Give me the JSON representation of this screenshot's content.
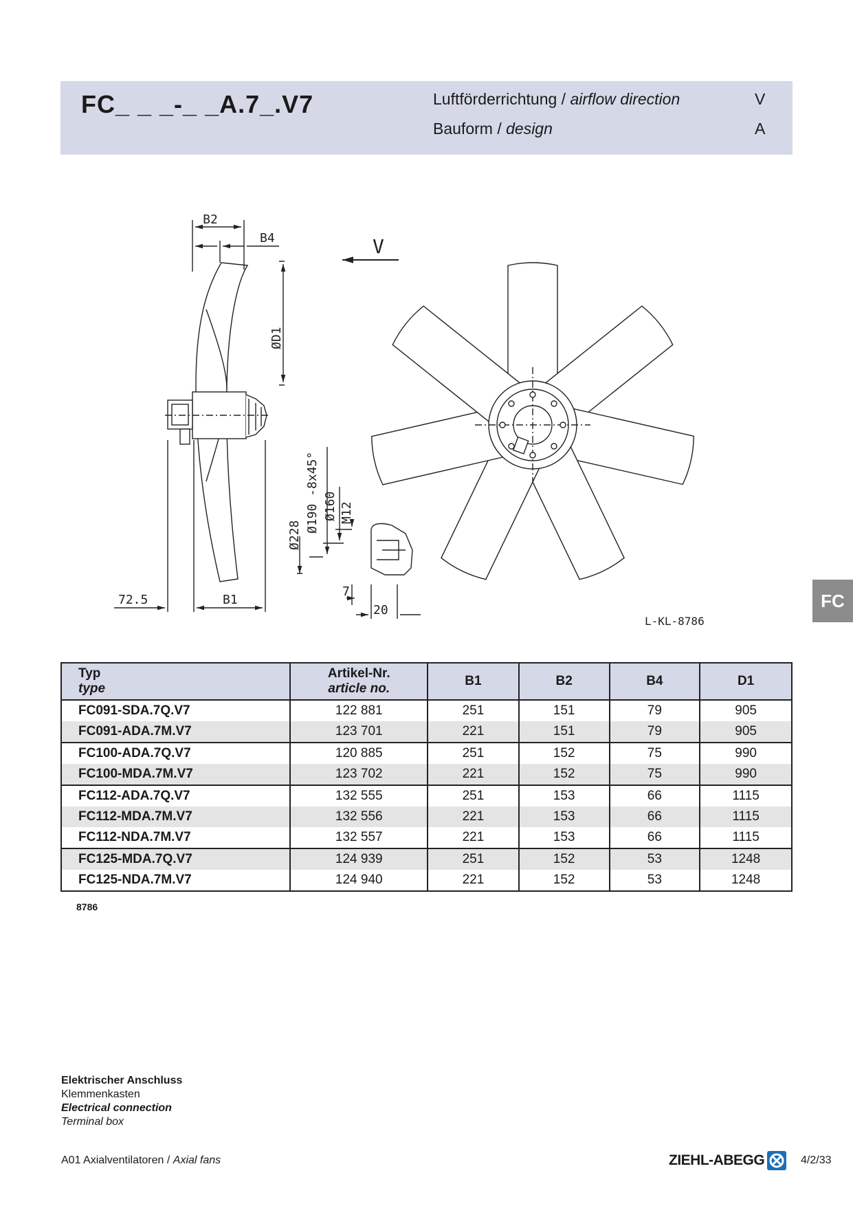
{
  "header": {
    "model": "FC_ _ _-_ _A.7_.V7",
    "rows": [
      {
        "label_de": "Luftförderrichtung / ",
        "label_en": "airflow direction",
        "value": "V"
      },
      {
        "label_de": "Bauform  / ",
        "label_en": "design",
        "value": "A"
      }
    ]
  },
  "drawing": {
    "labels": {
      "b2": "B2",
      "b4": "B4",
      "d1": "ØD1",
      "v": "V",
      "b1": "B1",
      "offset": "72.5",
      "d228": "Ø228",
      "d190": "Ø190 -8x45°",
      "d160": "Ø160",
      "m12": "M12",
      "seven": "7",
      "twenty": "20",
      "ref": "L-KL-8786"
    }
  },
  "side_tab": "FC",
  "table": {
    "headers": {
      "type_de": "Typ",
      "type_en": "type",
      "art_de": "Artikel-Nr.",
      "art_en": "article no.",
      "b1": "B1",
      "b2": "B2",
      "b4": "B4",
      "d1": "D1"
    },
    "rows": [
      {
        "type": "FC091-SDA.7Q.V7",
        "article": "122 881",
        "b1": "251",
        "b2": "151",
        "b4": "79",
        "d1": "905"
      },
      {
        "type": "FC091-ADA.7M.V7",
        "article": "123 701",
        "b1": "221",
        "b2": "151",
        "b4": "79",
        "d1": "905"
      },
      {
        "type": "FC100-ADA.7Q.V7",
        "article": "120 885",
        "b1": "251",
        "b2": "152",
        "b4": "75",
        "d1": "990"
      },
      {
        "type": "FC100-MDA.7M.V7",
        "article": "123 702",
        "b1": "221",
        "b2": "152",
        "b4": "75",
        "d1": "990"
      },
      {
        "type": "FC112-ADA.7Q.V7",
        "article": "132 555",
        "b1": "251",
        "b2": "153",
        "b4": "66",
        "d1": "1115"
      },
      {
        "type": "FC112-MDA.7M.V7",
        "article": "132 556",
        "b1": "221",
        "b2": "153",
        "b4": "66",
        "d1": "1115"
      },
      {
        "type": "FC112-NDA.7M.V7",
        "article": "132 557",
        "b1": "221",
        "b2": "153",
        "b4": "66",
        "d1": "1115"
      },
      {
        "type": "FC125-MDA.7Q.V7",
        "article": "124 939",
        "b1": "251",
        "b2": "152",
        "b4": "53",
        "d1": "1248"
      },
      {
        "type": "FC125-NDA.7M.V7",
        "article": "124 940",
        "b1": "221",
        "b2": "152",
        "b4": "53",
        "d1": "1248"
      }
    ],
    "ref": "8786"
  },
  "connection": {
    "de_title": "Elektrischer Anschluss",
    "de_sub": "Klemmenkasten",
    "en_title": "Electrical connection",
    "en_sub": "Terminal box"
  },
  "footer": {
    "left_de": "A01 Axialventilatoren / ",
    "left_en": "Axial fans",
    "brand": "ZIEHL-ABEGG",
    "page": "4/2/33"
  }
}
